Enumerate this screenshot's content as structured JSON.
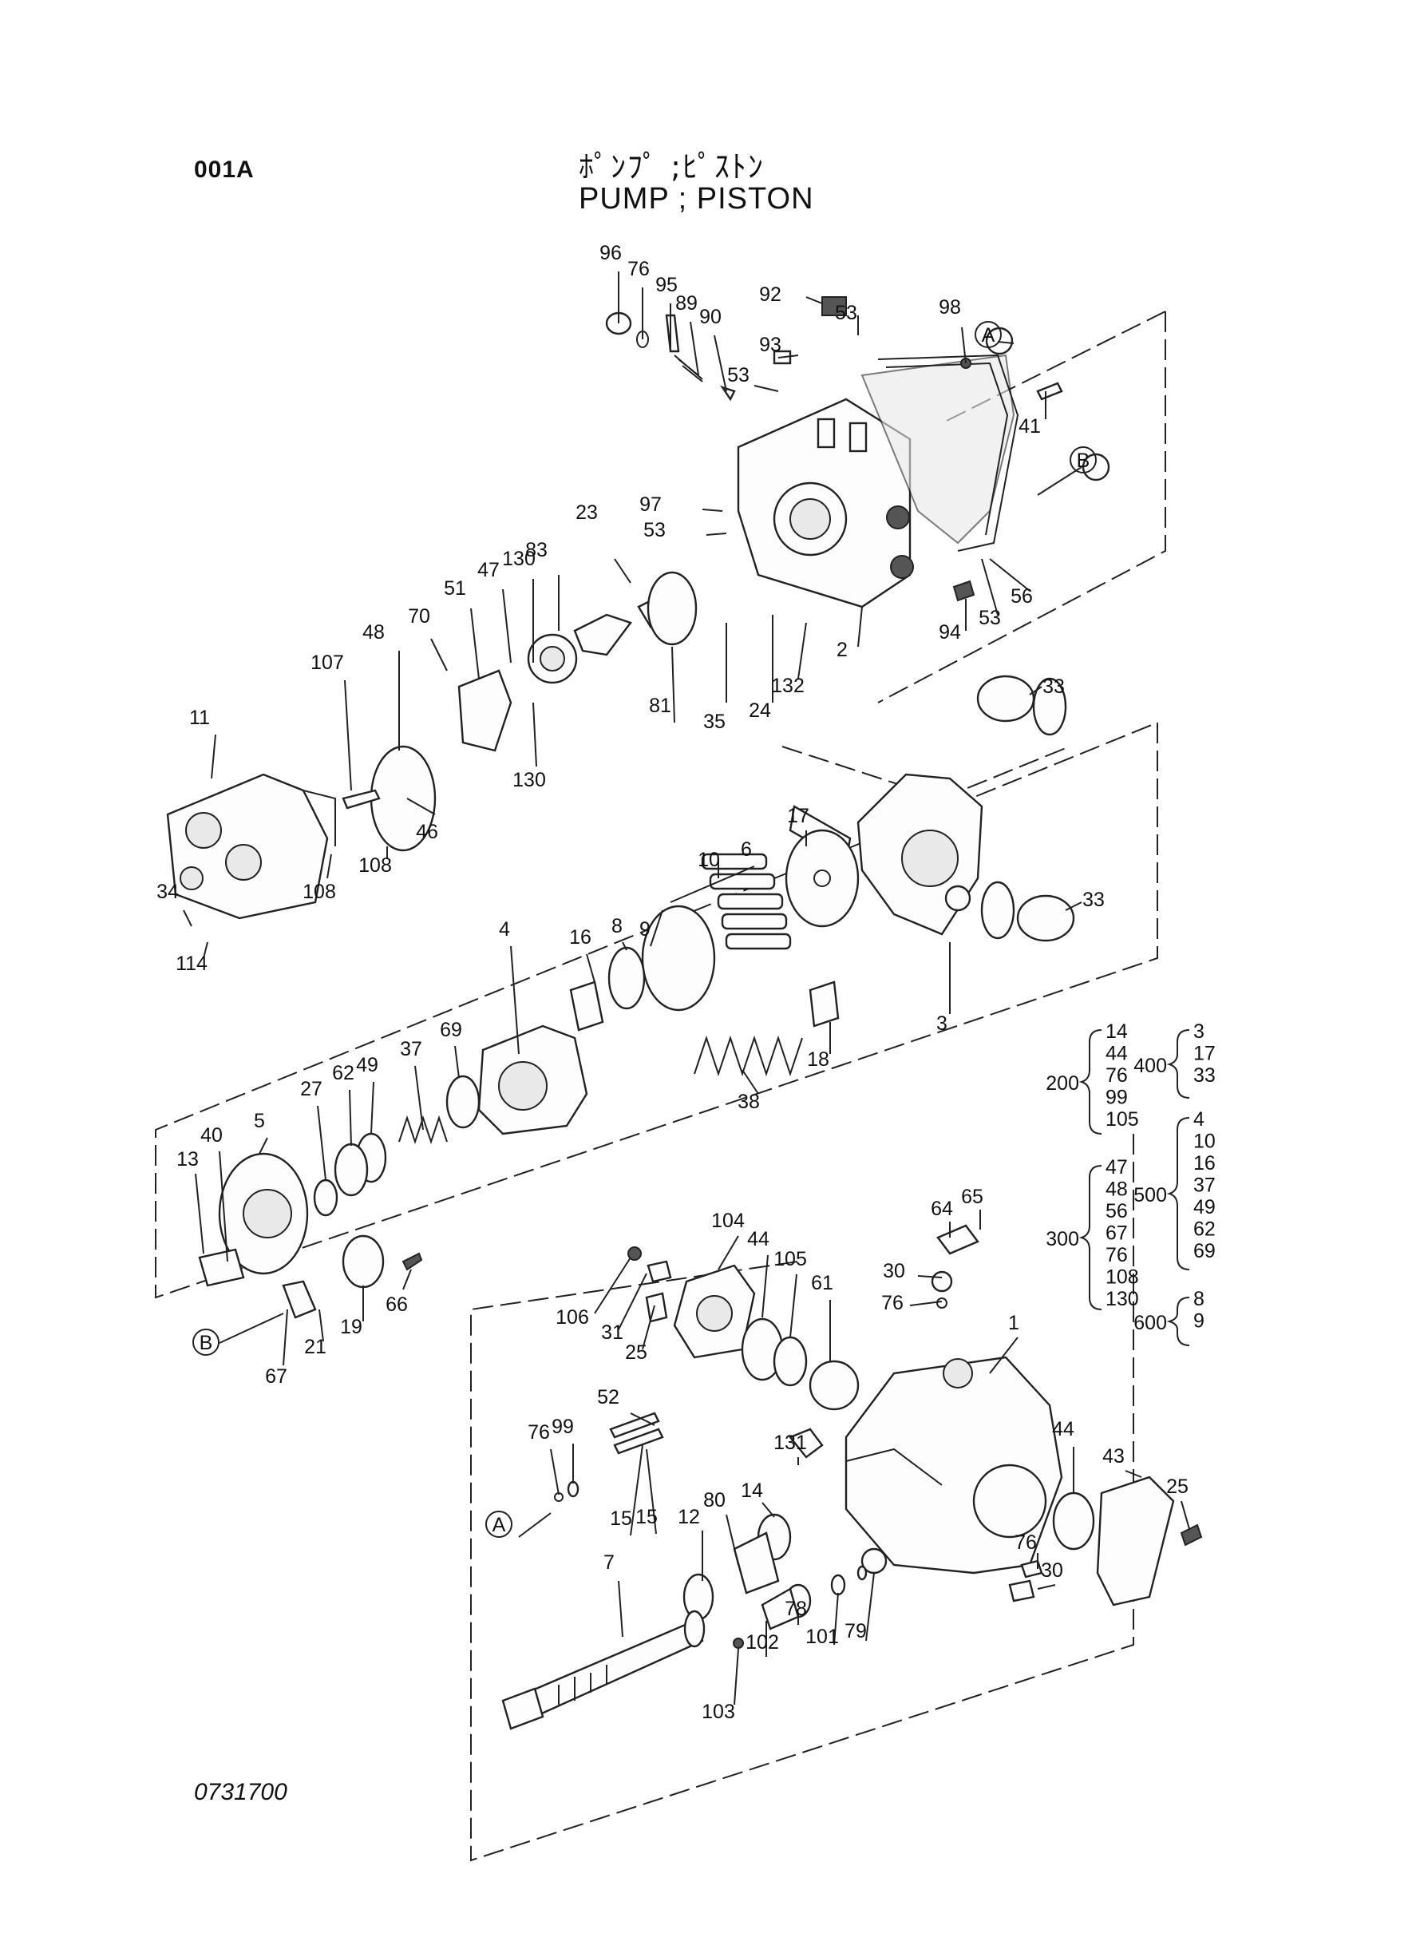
{
  "header": {
    "page_code": "001A",
    "title_ja": "ﾎﾟﾝﾌﾟ ;ﾋﾟｽﾄﾝ",
    "title_en": "PUMP ; PISTON"
  },
  "footer": {
    "drawing_no": "0731700"
  },
  "callouts": [
    "96",
    "76",
    "95",
    "89",
    "90",
    "92",
    "93",
    "53",
    "53",
    "98",
    "A",
    "41",
    "B",
    "97",
    "53",
    "23",
    "83",
    "130",
    "47",
    "51",
    "70",
    "48",
    "107",
    "81",
    "35",
    "24",
    "132",
    "2",
    "53",
    "56",
    "94",
    "130",
    "11",
    "46",
    "108",
    "108",
    "34",
    "114",
    "33",
    "17",
    "10",
    "6",
    "33",
    "3",
    "9",
    "8",
    "16",
    "4",
    "69",
    "37",
    "49",
    "62",
    "27",
    "5",
    "40",
    "13",
    "18",
    "38",
    "66",
    "19",
    "21",
    "B",
    "67",
    "64",
    "65",
    "104",
    "44",
    "105",
    "61",
    "30",
    "76",
    "106",
    "31",
    "25",
    "1",
    "52",
    "76",
    "99",
    "131",
    "14",
    "12",
    "80",
    "15",
    "15",
    "A",
    "44",
    "43",
    "25",
    "76",
    "30",
    "7",
    "78",
    "101",
    "79",
    "102",
    "103"
  ],
  "kits": [
    {
      "code": "200",
      "items": [
        "14",
        "44",
        "76",
        "99",
        "105"
      ]
    },
    {
      "code": "300",
      "items": [
        "47",
        "48",
        "56",
        "67",
        "76",
        "108",
        "130"
      ]
    },
    {
      "code": "400",
      "items": [
        "3",
        "17",
        "33"
      ]
    },
    {
      "code": "500",
      "items": [
        "4",
        "10",
        "16",
        "37",
        "49",
        "62",
        "69"
      ]
    },
    {
      "code": "600",
      "items": [
        "8",
        "9"
      ]
    }
  ]
}
